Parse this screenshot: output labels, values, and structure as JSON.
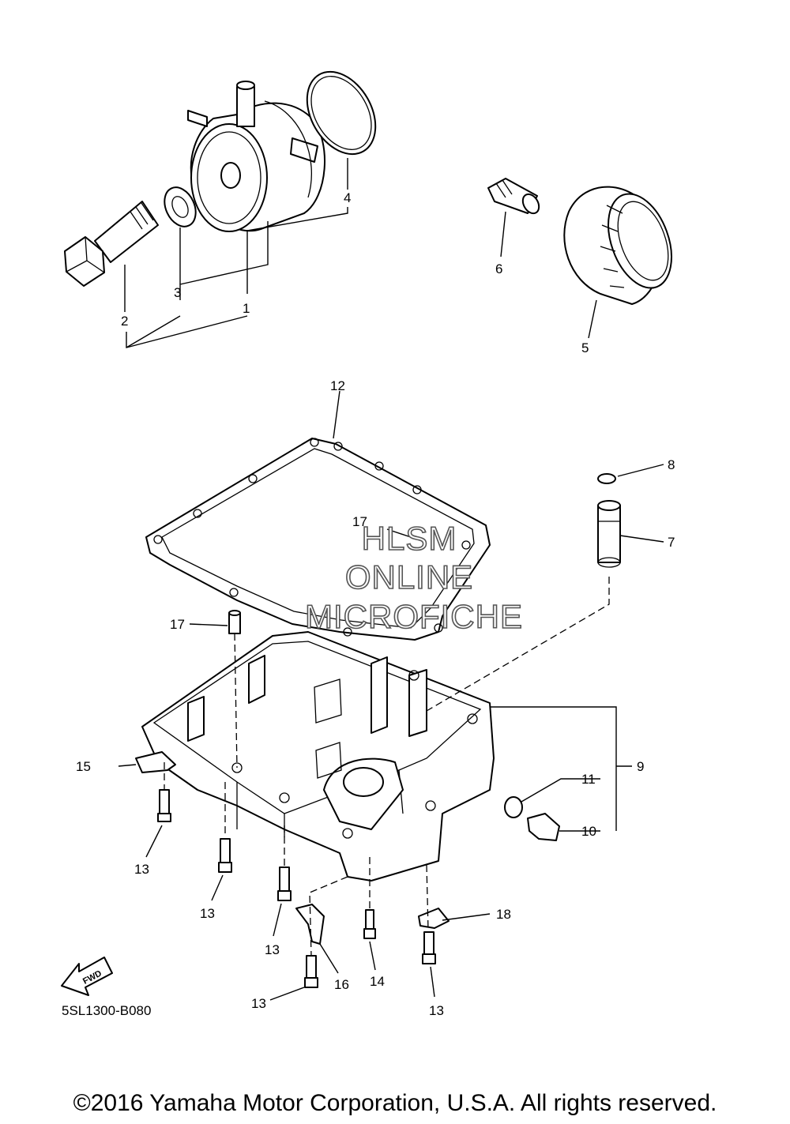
{
  "callouts": {
    "c1": "1",
    "c2": "2",
    "c3": "3",
    "c4": "4",
    "c5": "5",
    "c6": "6",
    "c7": "7",
    "c8": "8",
    "c9": "9",
    "c10": "10",
    "c11": "11",
    "c12": "12",
    "c13": "13",
    "c14": "14",
    "c15": "15",
    "c16": "16",
    "c17": "17",
    "c18": "18"
  },
  "watermark": {
    "line1": "HLSM",
    "line2": "ONLINE",
    "line3": "MICROFICHE"
  },
  "fwd_label": "FWD",
  "diagram_code": "5SL1300-B080",
  "copyright": "©2016 Yamaha Motor Corporation, U.S.A. All rights reserved."
}
